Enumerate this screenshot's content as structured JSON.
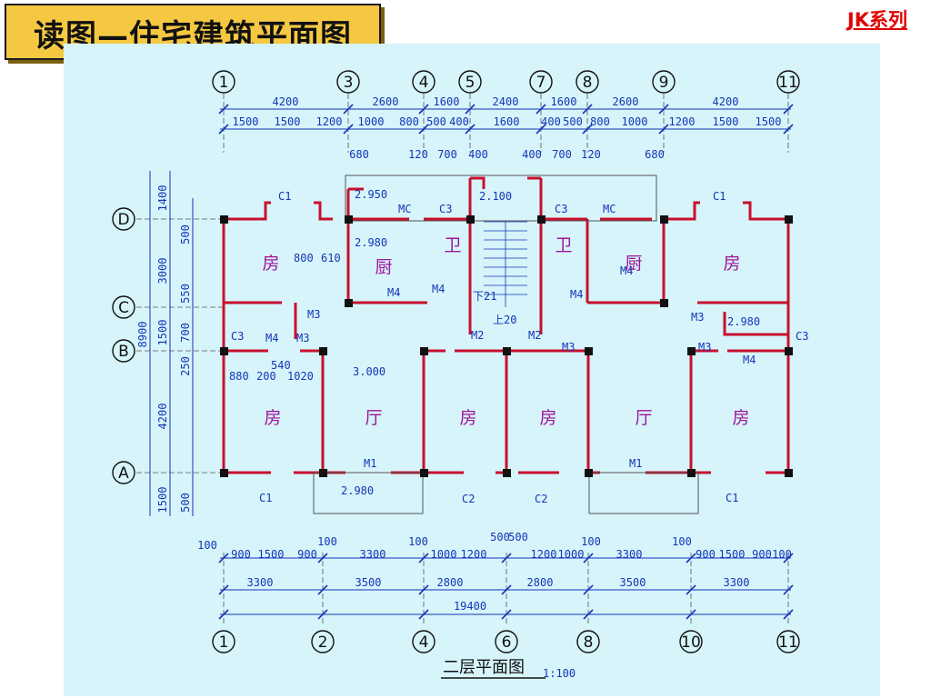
{
  "header": {
    "title": "读图—住宅建筑平面图",
    "series": "JK系列"
  },
  "plan": {
    "caption": "二层平面图",
    "scale": "1:100",
    "top_axes": [
      "1",
      "3",
      "4",
      "5",
      "7",
      "8",
      "9",
      "11"
    ],
    "bottom_axes": [
      "1",
      "2",
      "4",
      "6",
      "8",
      "10",
      "11"
    ],
    "left_axes": [
      "D",
      "C",
      "B",
      "A"
    ],
    "top_dims_row1": [
      "4200",
      "2600",
      "1600",
      "2400",
      "1600",
      "2600",
      "4200"
    ],
    "top_dims_row2": [
      "1500",
      "1500",
      "1200",
      "1000",
      "800",
      "500",
      "400",
      "1600",
      "400",
      "500",
      "800",
      "1000",
      "1200",
      "1500",
      "1500"
    ],
    "top_dims_row3": [
      "680",
      "120",
      "700",
      "400",
      "400",
      "700",
      "120",
      "680"
    ],
    "bottom_dims_row1": [
      "100",
      "900",
      "1500",
      "900",
      "100",
      "3300",
      "100",
      "1000",
      "1200",
      "500",
      "500",
      "1200",
      "1000",
      "100",
      "3300",
      "100",
      "900",
      "1500",
      "900",
      "100"
    ],
    "bottom_dims_row2": [
      "3300",
      "3500",
      "2800",
      "2800",
      "3500",
      "3300"
    ],
    "total_length": "19400",
    "left_dims_outer": [
      "8900"
    ],
    "left_dims_mid": [
      "1400",
      "3000",
      "1500",
      "4200",
      "1500"
    ],
    "left_dims_inner": [
      "500",
      "550",
      "700",
      "250",
      "500"
    ],
    "rooms": [
      "房",
      "厨",
      "卫",
      "卫",
      "厨",
      "房",
      "房",
      "厅",
      "房",
      "房",
      "厅",
      "房"
    ],
    "elevations": [
      "2.950",
      "2.980",
      "2.100",
      "2.980",
      "3.000",
      "2.980"
    ],
    "labels": [
      "C1",
      "MC",
      "C3",
      "C3",
      "MC",
      "C1",
      "M4",
      "M4",
      "M4",
      "M4",
      "M3",
      "M3",
      "C3",
      "M4",
      "M3",
      "M2",
      "M2",
      "M3",
      "M3",
      "M4",
      "C3",
      "M1",
      "M1",
      "C1",
      "C2",
      "C2",
      "C1"
    ],
    "stairs": [
      "下21",
      "上20"
    ],
    "misc_dims": [
      "800",
      "610",
      "540",
      "880",
      "200",
      "1020"
    ]
  }
}
